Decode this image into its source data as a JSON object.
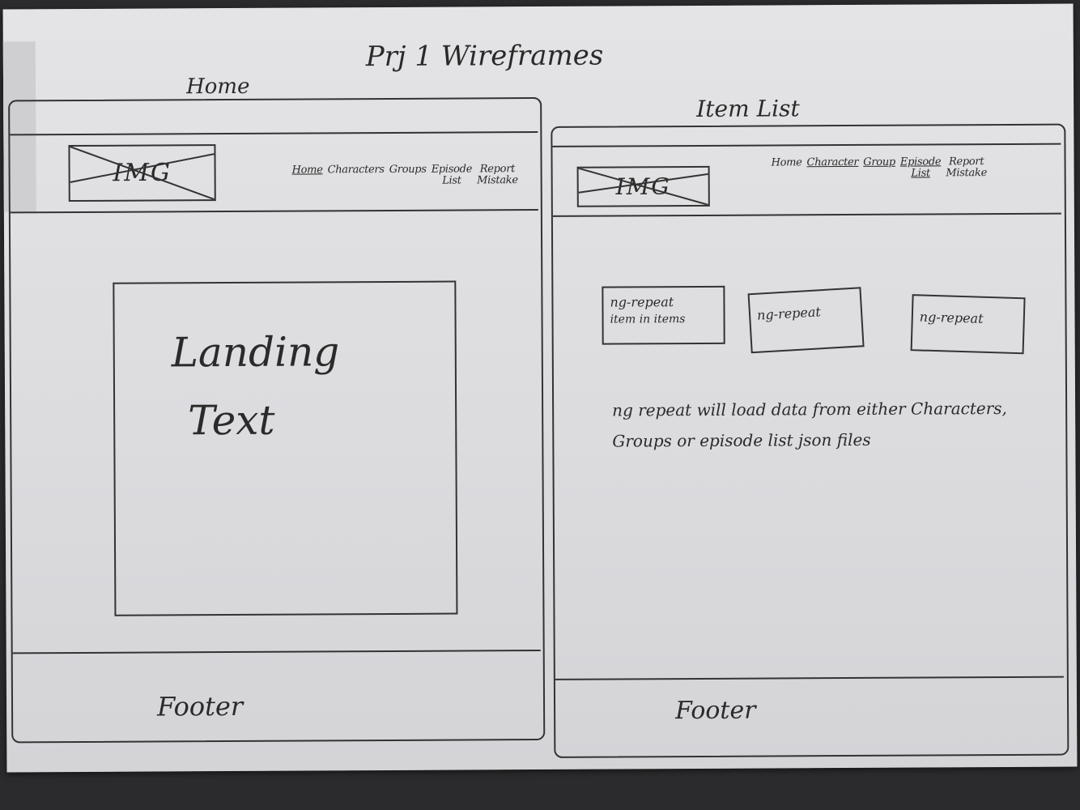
{
  "title": "Prj 1 Wireframes",
  "home": {
    "label": "Home",
    "logo": "IMG",
    "nav": [
      {
        "label": "Home",
        "sub": "",
        "active": true
      },
      {
        "label": "Characters",
        "sub": "",
        "active": false
      },
      {
        "label": "Groups",
        "sub": "",
        "active": false
      },
      {
        "label": "Episode",
        "sub": "List",
        "active": false
      },
      {
        "label": "Report",
        "sub": "Mistake",
        "active": false
      }
    ],
    "landing_line1": "Landing",
    "landing_line2": "Text",
    "footer": "Footer"
  },
  "item_list": {
    "label": "Item List",
    "logo": "IMG",
    "nav": [
      {
        "label": "Home",
        "sub": "",
        "active": false
      },
      {
        "label": "Character",
        "sub": "",
        "active": true
      },
      {
        "label": "Group",
        "sub": "",
        "active": true
      },
      {
        "label": "Episode",
        "sub": "List",
        "active": true
      },
      {
        "label": "Report",
        "sub": "Mistake",
        "active": false
      }
    ],
    "repeat_boxes": [
      {
        "line1": "ng-repeat",
        "line2": "item in items"
      },
      {
        "line1": "ng-repeat",
        "line2": ""
      },
      {
        "line1": "ng-repeat",
        "line2": ""
      }
    ],
    "note": "ng repeat will load data from either Characters, Groups or episode list json files",
    "footer": "Footer"
  }
}
